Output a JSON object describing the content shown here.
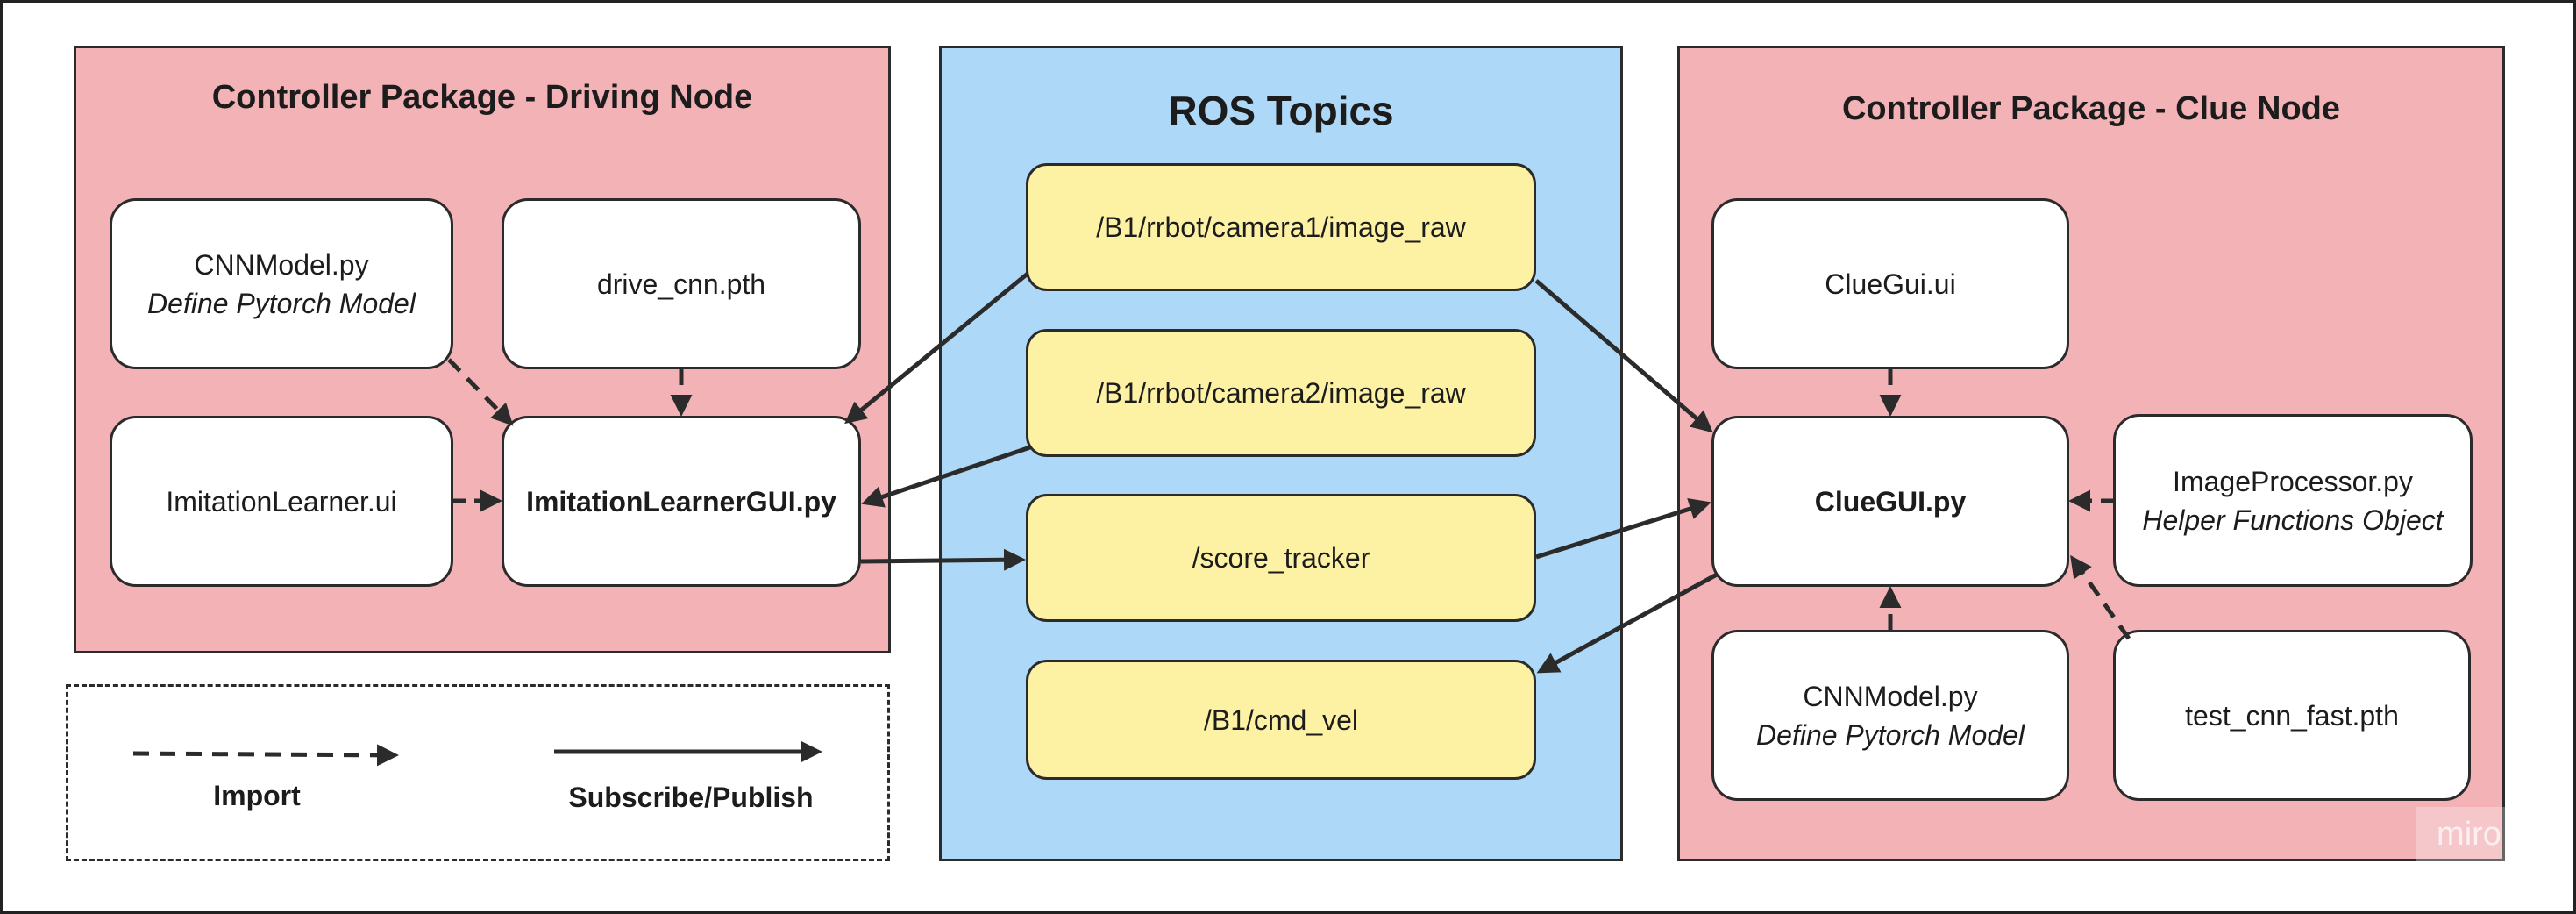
{
  "groups": {
    "driving": {
      "title": "Controller Package - Driving Node"
    },
    "topics": {
      "title": "ROS Topics"
    },
    "clue": {
      "title": "Controller Package - Clue Node"
    }
  },
  "nodes": {
    "cnn_model_driving": {
      "label": "CNNModel.py",
      "sub": "Define Pytorch Model"
    },
    "drive_cnn": {
      "label": "drive_cnn.pth"
    },
    "imitation_ui": {
      "label": "ImitationLearner.ui"
    },
    "imitation_gui": {
      "label": "ImitationLearnerGUI.py"
    },
    "camera1": {
      "label": "/B1/rrbot/camera1/image_raw"
    },
    "camera2": {
      "label": "/B1/rrbot/camera2/image_raw"
    },
    "score_tracker": {
      "label": "/score_tracker"
    },
    "cmd_vel": {
      "label": "/B1/cmd_vel"
    },
    "clue_ui": {
      "label": "ClueGui.ui"
    },
    "clue_gui": {
      "label": "ClueGUI.py"
    },
    "image_processor": {
      "label": "ImageProcessor.py",
      "sub": "Helper Functions Object"
    },
    "cnn_model_clue": {
      "label": "CNNModel.py",
      "sub": "Define Pytorch Model"
    },
    "test_cnn": {
      "label": "test_cnn_fast.pth"
    }
  },
  "legend": {
    "import": "Import",
    "subscribe": "Subscribe/Publish"
  },
  "watermark": "miro",
  "colors": {
    "package": "#f2b2b6",
    "topics": "#add8f7",
    "topic_box": "#fdf1a4",
    "box": "#ffffff",
    "stroke": "#2b2b2b"
  }
}
